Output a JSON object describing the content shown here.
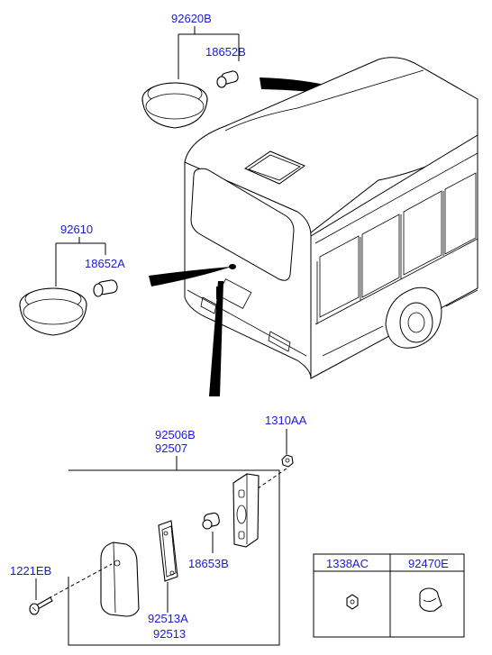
{
  "labels": {
    "bulb_92620B": "92620B",
    "bulb_18652B": "18652B",
    "lamp_92610": "92610",
    "bulb_18652A": "18652A",
    "lamp_92506B": "92506B",
    "lamp_92507": "92507",
    "nut_1310AA": "1310AA",
    "screw_1221EB": "1221EB",
    "bulb_18653B": "18653B",
    "lens_92513A": "92513A",
    "lens_92513": "92513"
  },
  "legend": {
    "col1": "1338AC",
    "col2": "92470E"
  }
}
